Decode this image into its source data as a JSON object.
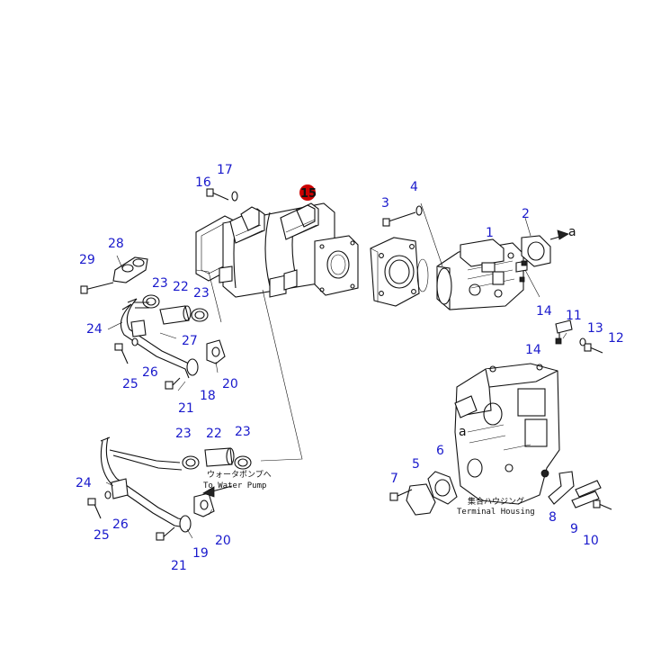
{
  "callouts": {
    "c1": "1",
    "c2": "2",
    "c3": "3",
    "c4": "4",
    "c5": "5",
    "c6": "6",
    "c7": "7",
    "c8": "8",
    "c9": "9",
    "c10": "10",
    "c11": "11",
    "c12": "12",
    "c13": "13",
    "c14a": "14",
    "c14b": "14",
    "c15": "15",
    "c16": "16",
    "c17": "17",
    "c18": "18",
    "c19": "19",
    "c20a": "20",
    "c20b": "20",
    "c21a": "21",
    "c21b": "21",
    "c22a": "22",
    "c22b": "22",
    "c23a": "23",
    "c23b": "23",
    "c23c": "23",
    "c23d": "23",
    "c24a": "24",
    "c24b": "24",
    "c25a": "25",
    "c25b": "25",
    "c26a": "26",
    "c26b": "26",
    "c27": "27",
    "c28": "28",
    "c29": "29"
  },
  "annotations": {
    "water_pump_jp": "ウォータポンプへ",
    "water_pump_en": "To Water Pump",
    "terminal_jp": "集合ハウジング",
    "terminal_en": "Terminal Housing",
    "ref_a1": "a",
    "ref_a2": "a"
  },
  "colors": {
    "callout": "#1a1acc",
    "highlight": "#cc0000",
    "line": "#111111"
  }
}
